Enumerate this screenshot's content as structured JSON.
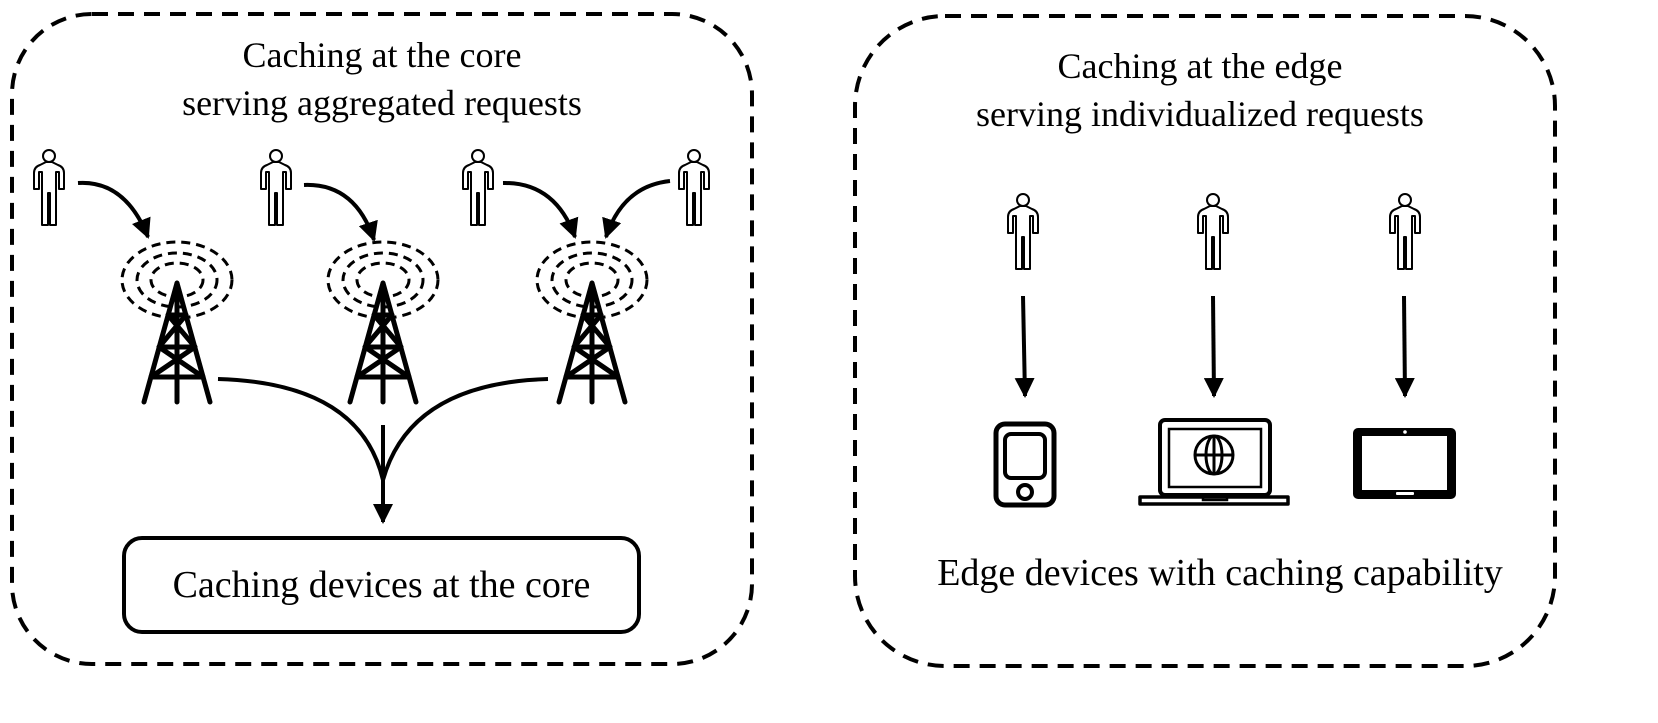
{
  "left_panel": {
    "title_line1": "Caching at the core",
    "title_line2": "serving aggregated requests",
    "users": [
      "user-1",
      "user-2",
      "user-3",
      "user-4"
    ],
    "towers": [
      "tower-1",
      "tower-2",
      "tower-3"
    ],
    "core_box_label": "Caching devices at the core"
  },
  "right_panel": {
    "title_line1": "Caching at the edge",
    "title_line2": "serving individualized requests",
    "devices": [
      {
        "icon": "smartphone-icon"
      },
      {
        "icon": "laptop-icon"
      },
      {
        "icon": "tablet-icon"
      }
    ],
    "caption": "Edge devices with caching capability"
  }
}
